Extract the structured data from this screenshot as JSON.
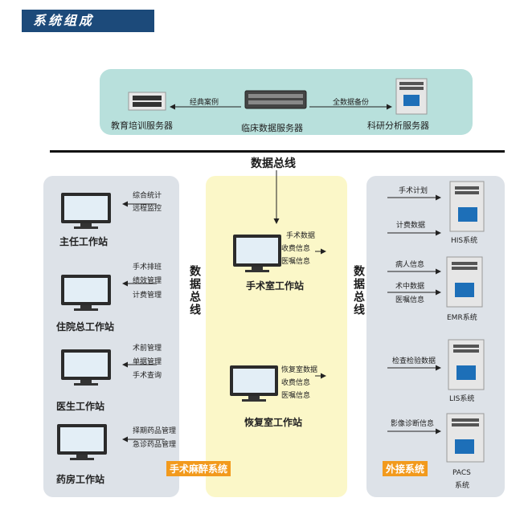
{
  "header": {
    "title": "系统组成"
  },
  "top": {
    "servers": [
      {
        "label": "教育培训服务器"
      },
      {
        "label": "临床数据服务器"
      },
      {
        "label": "科研分析服务器"
      }
    ],
    "flows": [
      "经典案例",
      "全数据备份"
    ]
  },
  "bus": {
    "label": "数据总线",
    "vertical_label": "数据总线"
  },
  "left": {
    "stations": [
      {
        "label": "主任工作站",
        "items": [
          "综合统计",
          "远程监控"
        ]
      },
      {
        "label": "住院总工作站",
        "items": [
          "手术排班",
          "绩效管理",
          "计费管理"
        ]
      },
      {
        "label": "医生工作站",
        "items": [
          "术前管理",
          "单据管理",
          "手术查询"
        ]
      },
      {
        "label": "药房工作站",
        "items": [
          "择期药品管理",
          "急诊药品管理"
        ]
      }
    ]
  },
  "middle": {
    "stations": [
      {
        "label": "手术室工作站",
        "items": [
          "手术数据",
          "收费信息",
          "医嘱信息"
        ]
      },
      {
        "label": "恢复室工作站",
        "items": [
          "恢复室数据",
          "收费信息",
          "医嘱信息"
        ]
      }
    ],
    "tag": "手术麻醉系统"
  },
  "right": {
    "systems": [
      {
        "label": "HIS系统",
        "items": [
          "手术计划",
          "计费数据"
        ]
      },
      {
        "label": "EMR系统",
        "items": [
          "病人信息",
          "术中数据",
          "医嘱信息"
        ]
      },
      {
        "label": "LIS系统",
        "items": [
          "检查检验数据"
        ]
      },
      {
        "label": "PACS",
        "label2": "系统",
        "items": [
          "影像诊断信息"
        ]
      }
    ],
    "tag": "外接系统"
  },
  "colors": {
    "panel_top": "#b8e0dc",
    "panel_side": "#dde2e8",
    "panel_mid": "#fbf7c8",
    "tag": "#f29a1d",
    "title_bar": "#1c4a7a"
  }
}
